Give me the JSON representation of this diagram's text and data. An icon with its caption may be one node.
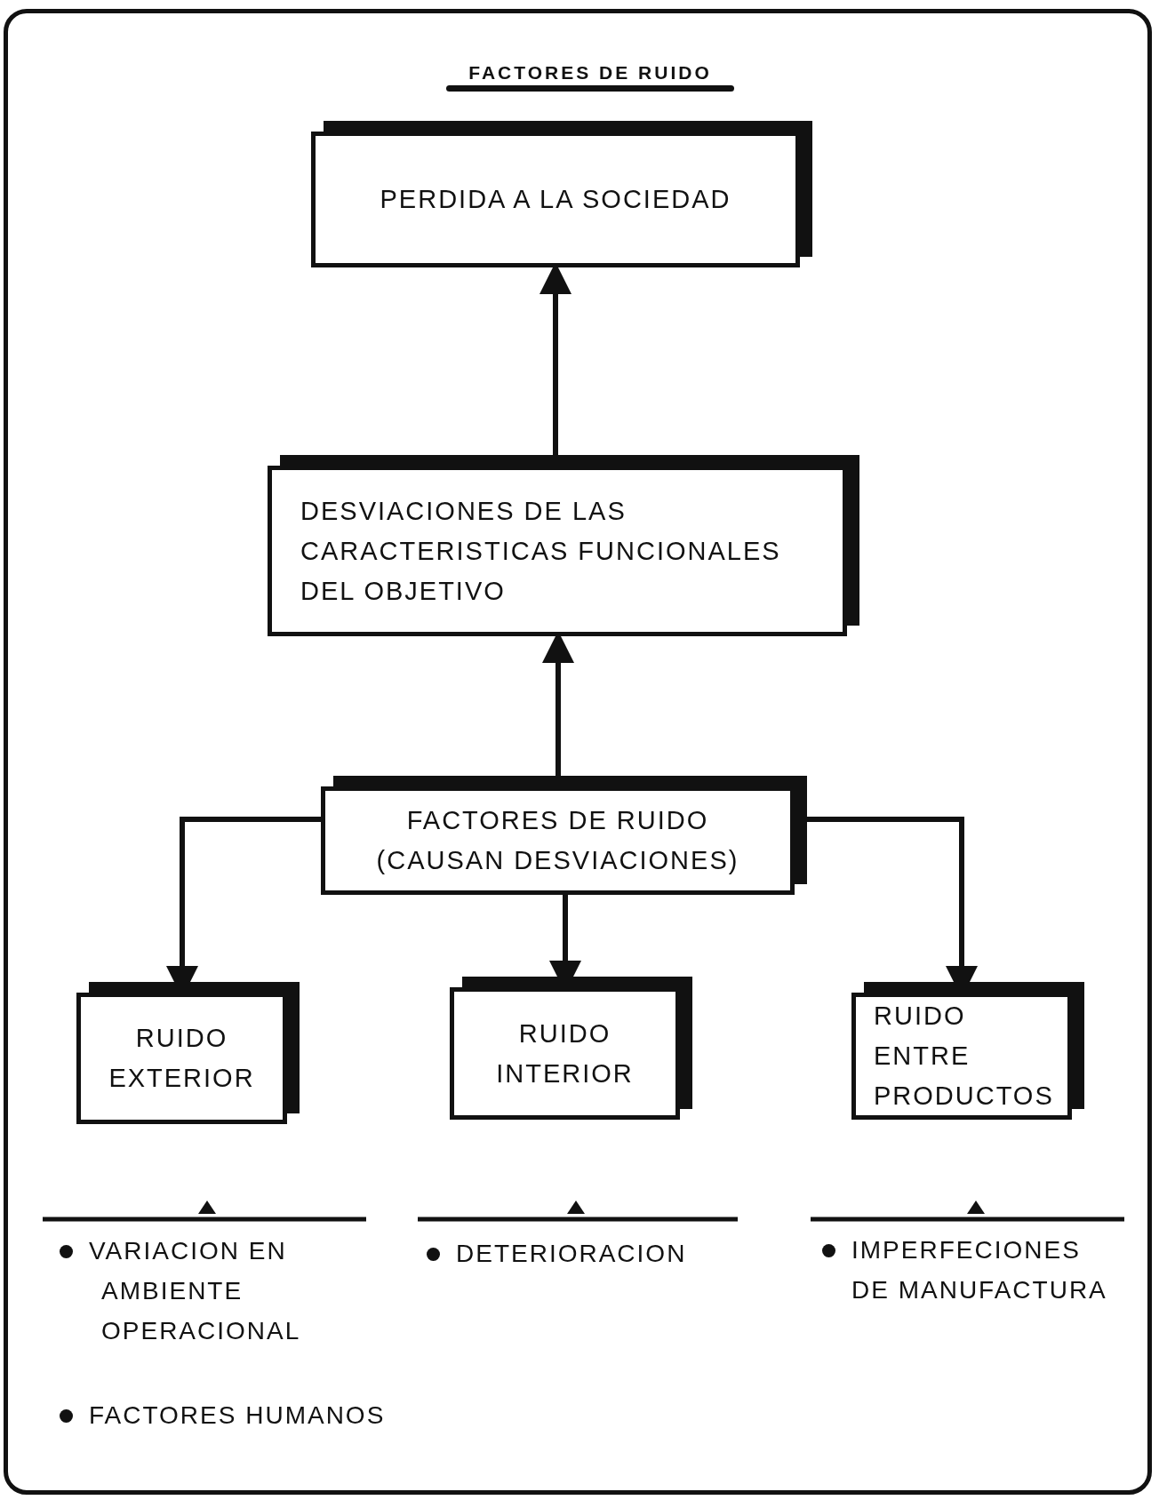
{
  "diagram": {
    "title": "FACTORES DE RUIDO",
    "nodes": [
      {
        "text": [
          "PERDIDA A LA SOCIEDAD"
        ]
      },
      {
        "text": [
          "DESVIACIONES DE LAS CARACTERISTICAS FUNCIONALES DEL OBJETIVO"
        ]
      },
      {
        "text": [
          "FACTORES DE RUIDO (CAUSAN DESVIACIONES)"
        ]
      },
      {
        "text": [
          "RUIDO EXTERIOR"
        ]
      },
      {
        "text": [
          "RUIDO INTERIOR"
        ]
      },
      {
        "text": [
          "RUIDO ENTRE PRODUCTOS"
        ]
      }
    ],
    "edges": [
      {
        "from": 1,
        "to": 0,
        "arrow": "to"
      },
      {
        "from": 2,
        "to": 1,
        "arrow": "to"
      },
      {
        "from": 2,
        "to": 3,
        "arrow": "to"
      },
      {
        "from": 2,
        "to": 4,
        "arrow": "to"
      },
      {
        "from": 2,
        "to": 5,
        "arrow": "to"
      }
    ],
    "labels": [
      "VARIACION EN AMBIENTE OPERACIONAL",
      "DETERIORACION",
      "IMPERFECIONES DE MANUFACTURA",
      "FACTORES HUMANOS"
    ]
  }
}
